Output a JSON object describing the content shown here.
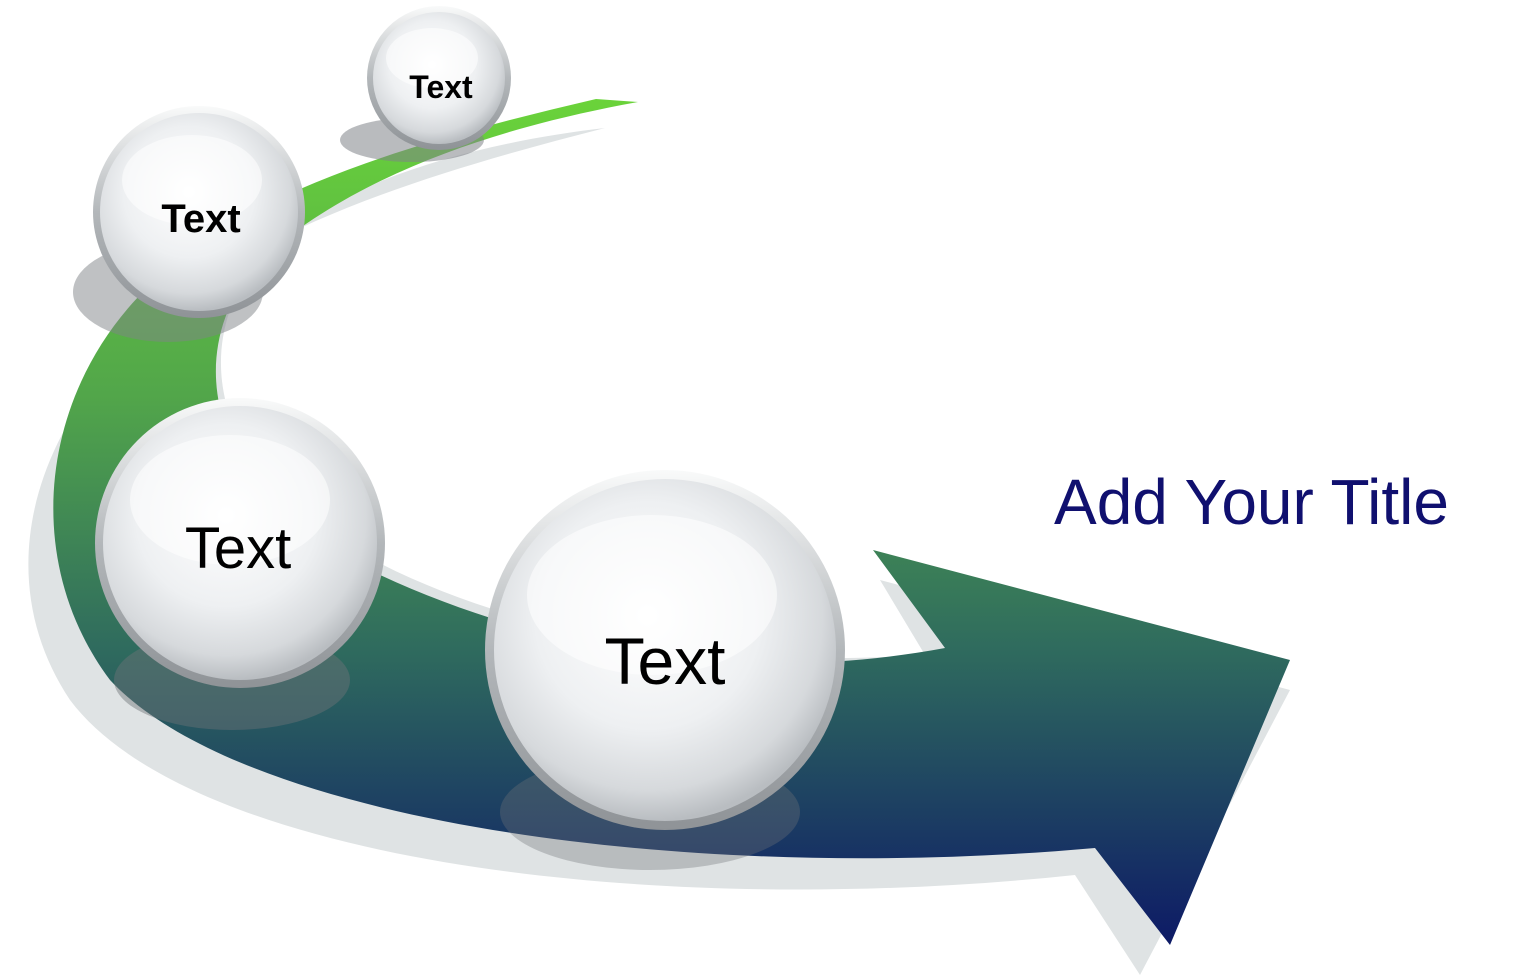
{
  "title": "Add Your Title",
  "colors": {
    "arrow_top": "#6ad33a",
    "arrow_bottom": "#0d1a66",
    "title": "#10106f"
  },
  "circles": [
    {
      "label": "Text"
    },
    {
      "label": "Text"
    },
    {
      "label": "Text"
    },
    {
      "label": "Text"
    }
  ]
}
